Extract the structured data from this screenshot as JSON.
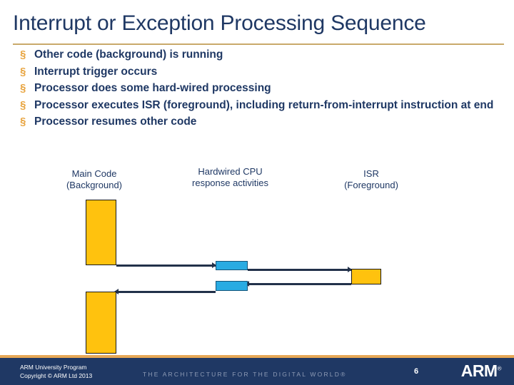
{
  "slide": {
    "title": "Interrupt or Exception Processing Sequence",
    "accent_color": "#C9A96B",
    "title_color": "#1F3864",
    "bullet_color": "#E8A33D"
  },
  "bullets": [
    {
      "marker": "§",
      "text": "Other code (background) is running"
    },
    {
      "marker": "§",
      "text": "Interrupt trigger occurs"
    },
    {
      "marker": "§",
      "text": "Processor does some hard-wired processing"
    },
    {
      "marker": "§",
      "text": "Processor executes ISR (foreground), including return-from-interrupt instruction at end"
    },
    {
      "marker": "§",
      "text": "Processor resumes other code"
    }
  ],
  "diagram": {
    "columns": [
      {
        "line1": "Main Code",
        "line2": "(Background)"
      },
      {
        "line1": "Hardwired CPU",
        "line2": "response activities"
      },
      {
        "line1": "ISR",
        "line2": "(Foreground)"
      }
    ],
    "blocks": [
      {
        "name": "main-code-block-before",
        "color": "#FFC20E"
      },
      {
        "name": "hardwired-block-entry",
        "color": "#29ABE2"
      },
      {
        "name": "isr-block",
        "color": "#FFC20E"
      },
      {
        "name": "hardwired-block-return",
        "color": "#29ABE2"
      },
      {
        "name": "main-code-block-after",
        "color": "#FFC20E"
      }
    ],
    "line_color": "#22314A"
  },
  "footer": {
    "line1": "ARM University Program",
    "line2": "Copyright © ARM Ltd 2013",
    "tagline": "THE ARCHITECTURE FOR THE DIGITAL WORLD®",
    "page_number": "6",
    "logo": "ARM",
    "logo_mark": "®",
    "background": "#1F3864",
    "rule_color": "#E6A756"
  }
}
